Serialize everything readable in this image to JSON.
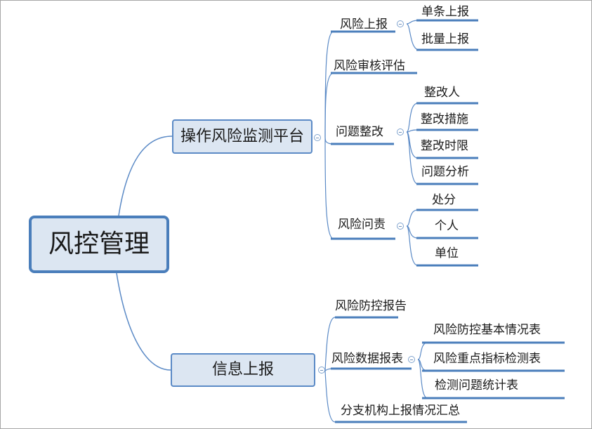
{
  "root": "风控管理",
  "branches": [
    {
      "label": "操作风险监测平台",
      "children": [
        {
          "label": "风险上报",
          "children": [
            "单条上报",
            "批量上报"
          ]
        },
        {
          "label": "风险审核评估"
        },
        {
          "label": "问题整改",
          "children": [
            "整改人",
            "整改措施",
            "整改时限",
            "问题分析"
          ]
        },
        {
          "label": "风险问责",
          "children": [
            "处分",
            "个人",
            "单位"
          ]
        }
      ]
    },
    {
      "label": "信息上报",
      "children": [
        {
          "label": "风险防控报告"
        },
        {
          "label": "风险数据报表",
          "children": [
            "风险防控基本情况表",
            "风险重点指标检测表",
            "检测问题统计表"
          ]
        },
        {
          "label": "分支机构上报情况汇总"
        }
      ]
    }
  ],
  "colors": {
    "node_fill": "#dce6f2",
    "node_border": "#4a7ebb",
    "line": "#5b8ac6",
    "underline": "#4a7ebb"
  }
}
